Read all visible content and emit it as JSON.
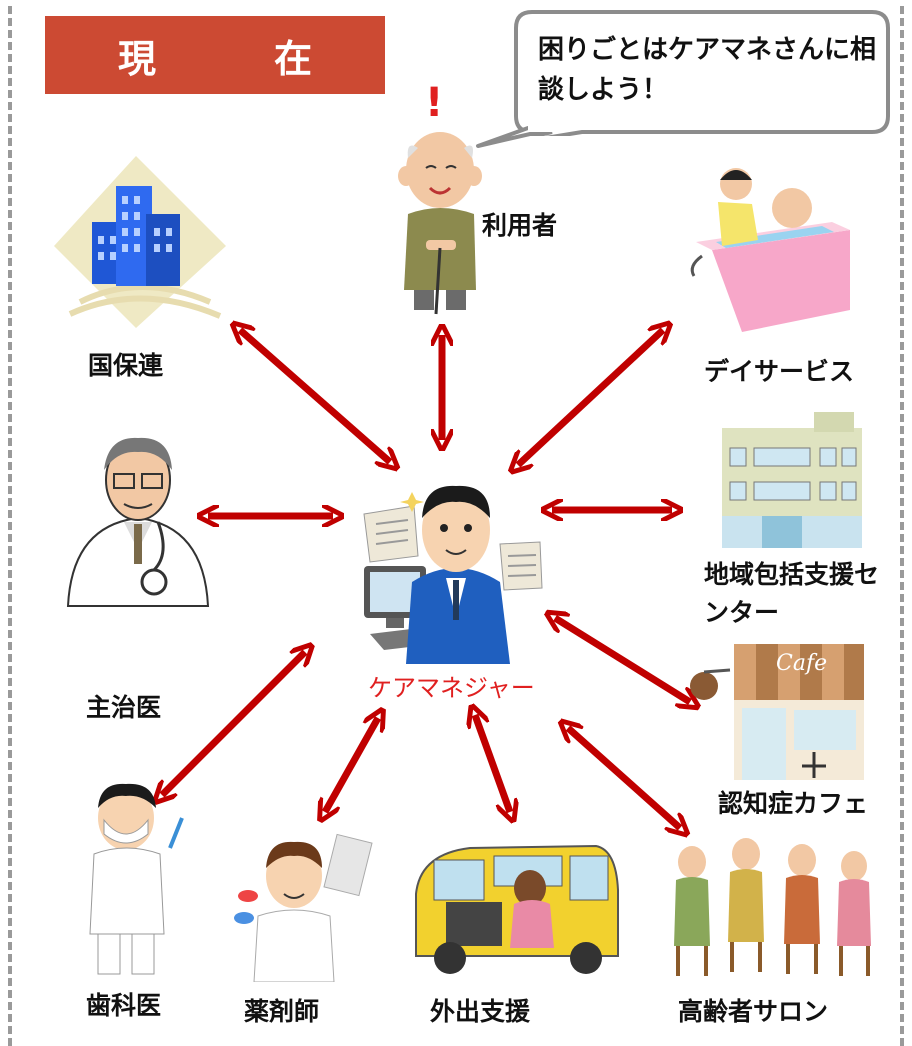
{
  "title": "現　在",
  "speech_bubble": "困りごとはケアマネさんに相談しよう！",
  "alert_mark": "!",
  "colors": {
    "title_bg": "#cc4a33",
    "arrow": "#c00000",
    "center_label": "#e02020"
  },
  "nodes": {
    "center": "ケアマネジャー",
    "user": "利用者",
    "kokuhoren": "国保連",
    "day_service": "デイサービス",
    "shujii": "主治医",
    "chiiki": "地域包括支援センター",
    "cafe": "認知症カフェ",
    "dentist": "歯科医",
    "pharmacist": "薬剤師",
    "outing": "外出支援",
    "salon": "高齢者サロン"
  },
  "cafe_sign": "Cafe"
}
